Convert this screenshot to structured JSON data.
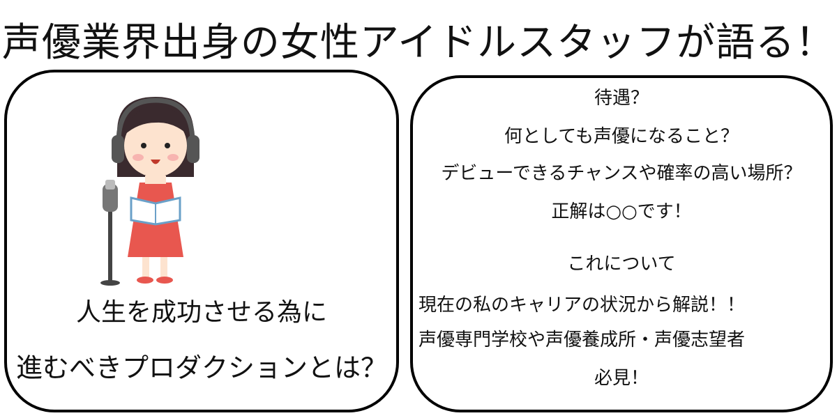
{
  "title": "声優業界出身の女性アイドルスタッフが語る！",
  "left_panel": {
    "line1": "人生を成功させる為に",
    "line2": "進むべきプロダクションとは？"
  },
  "right_panel": {
    "lines": [
      "待遇？",
      "何としても声優になること？",
      "デビューできるチャンスや確率の高い場所？",
      "正解は○○です！",
      "これについて",
      "現在の私のキャリアの状況から解説！！",
      "声優専門学校や声優養成所・声優志望者",
      "必見！"
    ]
  },
  "colors": {
    "dress": "#e8574f",
    "hair": "#3a2a2e",
    "headphones": "#555555",
    "skin": "#fde3cf"
  }
}
